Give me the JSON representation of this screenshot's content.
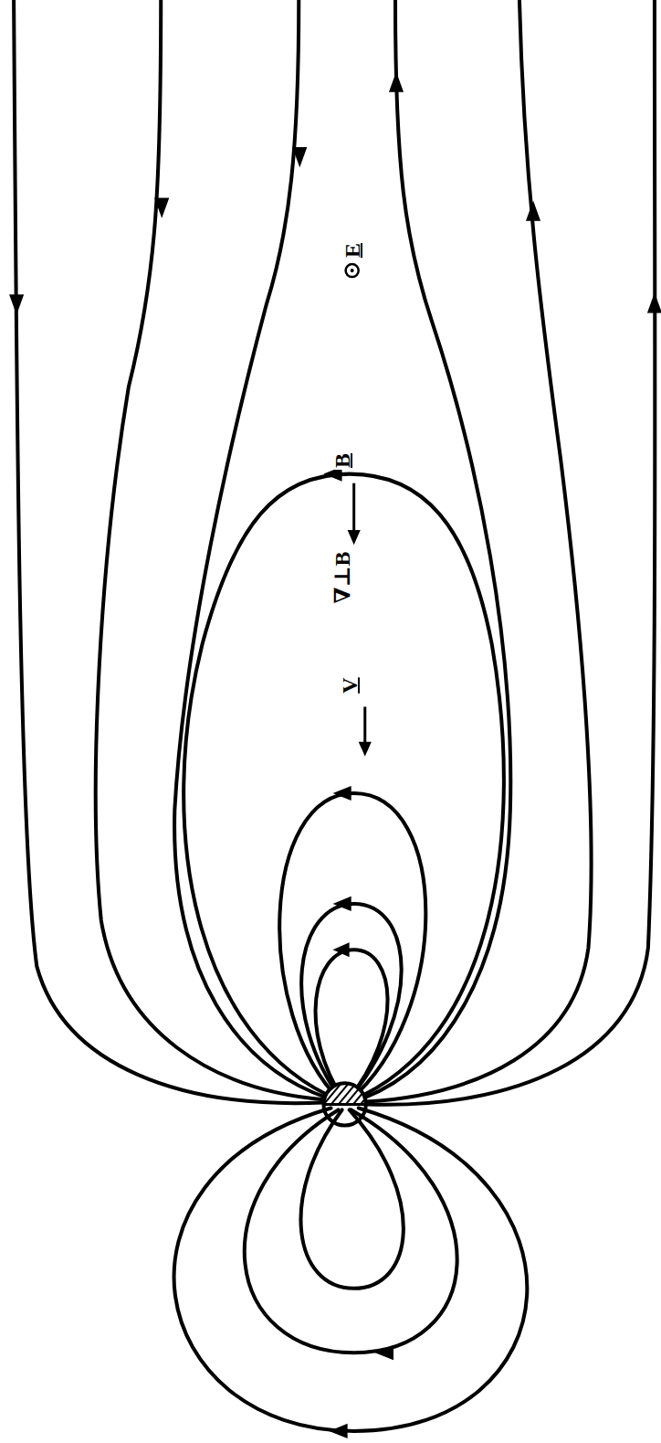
{
  "diagram": {
    "labels": [
      "E",
      "B",
      "∇⊥B",
      "V"
    ]
  }
}
